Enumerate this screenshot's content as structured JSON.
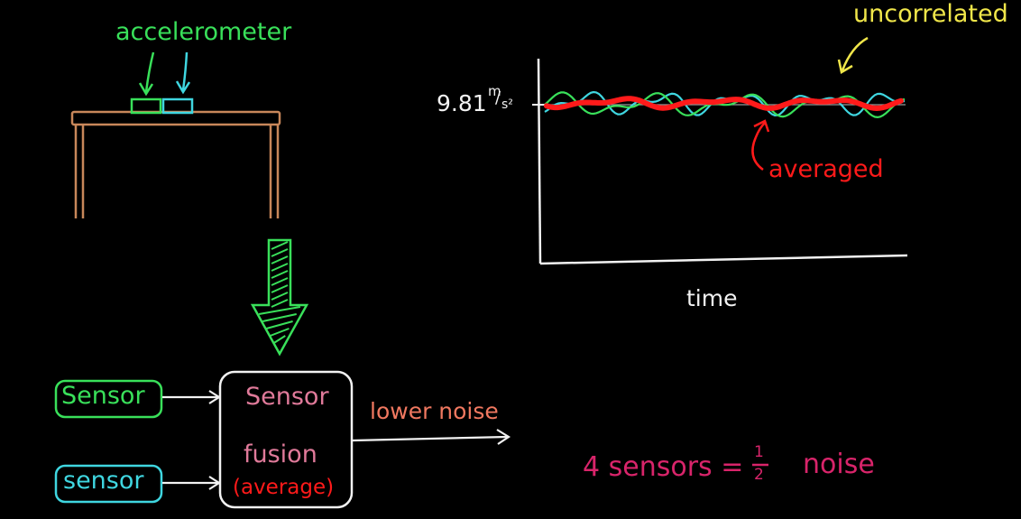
{
  "labels": {
    "accelerometer": "accelerometer",
    "uncorrelated": "uncorrelated",
    "value": "9.81",
    "unit_num": "m",
    "unit_den": "s²",
    "averaged": "averaged",
    "time": "time",
    "sensor1": "Sensor",
    "sensor2": "sensor",
    "fusion_line1": "Sensor",
    "fusion_line2": "fusion",
    "fusion_line3": "(average)",
    "lower_noise": "lower noise",
    "equation_lhs": "4 sensors =",
    "frac_num": "1",
    "frac_den": "2",
    "equation_rhs": "noise"
  },
  "colors": {
    "background": "#000000",
    "white": "#f2f2f2",
    "green": "#39e05a",
    "cyan": "#3fd6e0",
    "red": "#ff1a1a",
    "table": "#c8875a",
    "yellow": "#f0e64a",
    "pink_text": "#e07a9a",
    "salmon_text": "#f07860",
    "magenta": "#d8246a"
  }
}
